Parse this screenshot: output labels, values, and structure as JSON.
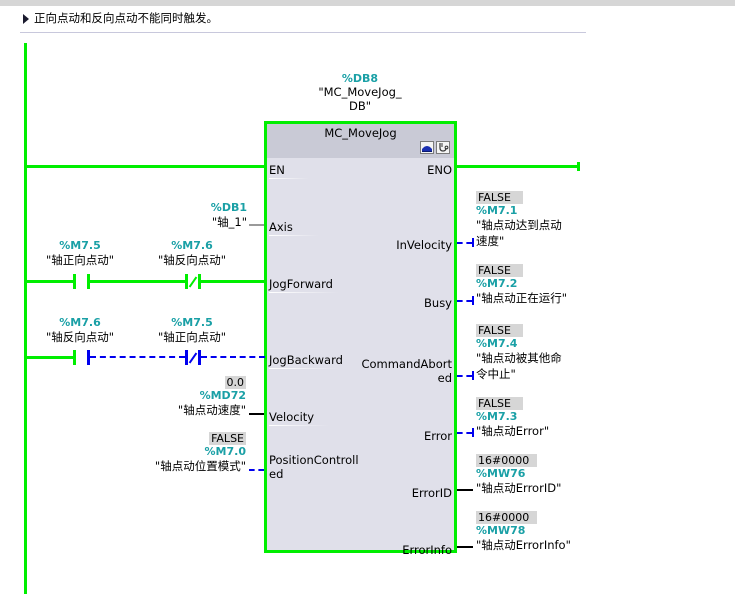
{
  "comment": {
    "text": "正向点动和反向点动不能同时触发。"
  },
  "instance": {
    "address": "%DB8",
    "name_line1": "\"MC_MoveJog_",
    "name_line2": "DB\""
  },
  "block": {
    "title": "MC_MoveJog",
    "icons": [
      "device-config-icon",
      "diagnostics-icon"
    ]
  },
  "inputs": {
    "en": "EN",
    "axis": {
      "pin": "Axis",
      "address": "%DB1",
      "symbol": "\"轴_1\""
    },
    "jog_forward": {
      "pin": "JogForward",
      "contact1": {
        "address": "%M7.5",
        "symbol": "\"轴正向点动\"",
        "type": "NO"
      },
      "contact2": {
        "address": "%M7.6",
        "symbol": "\"轴反向点动\"",
        "type": "NC"
      }
    },
    "jog_backward": {
      "pin": "JogBackward",
      "contact1": {
        "address": "%M7.6",
        "symbol": "\"轴反向点动\"",
        "type": "NO"
      },
      "contact2": {
        "address": "%M7.5",
        "symbol": "\"轴正向点动\"",
        "type": "NC"
      }
    },
    "velocity": {
      "pin": "Velocity",
      "value": "0.0",
      "address": "%MD72",
      "symbol": "\"轴点动速度\""
    },
    "position_controlled": {
      "pin_line1": "PositionControll",
      "pin_line2": "ed",
      "value": "FALSE",
      "address": "%M7.0",
      "symbol": "\"轴点动位置模式\""
    }
  },
  "outputs": {
    "eno": "ENO",
    "in_velocity": {
      "pin": "InVelocity",
      "value": "FALSE",
      "address": "%M7.1",
      "symbol_line1": "\"轴点动达到点动",
      "symbol_line2": "速度\""
    },
    "busy": {
      "pin": "Busy",
      "value": "FALSE",
      "address": "%M7.2",
      "symbol": "\"轴点动正在运行\""
    },
    "command_aborted": {
      "pin_line1": "CommandAbort",
      "pin_line2": "ed",
      "value": "FALSE",
      "address": "%M7.4",
      "symbol_line1": "\"轴点动被其他命",
      "symbol_line2": "令中止\""
    },
    "error": {
      "pin": "Error",
      "value": "FALSE",
      "address": "%M7.3",
      "symbol": "\"轴点动Error\""
    },
    "error_id": {
      "pin": "ErrorID",
      "value": "16#0000",
      "address": "%MW76",
      "symbol": "\"轴点动ErrorID\""
    },
    "error_info": {
      "pin": "ErrorInfo",
      "value": "16#0000",
      "address": "%MW78",
      "symbol": "\"轴点动ErrorInfo\""
    }
  },
  "colors": {
    "powered": "#00ee00",
    "unpowered": "#0000ee",
    "address": "#1aa0a6",
    "block_bg": "#e0e0ea"
  }
}
